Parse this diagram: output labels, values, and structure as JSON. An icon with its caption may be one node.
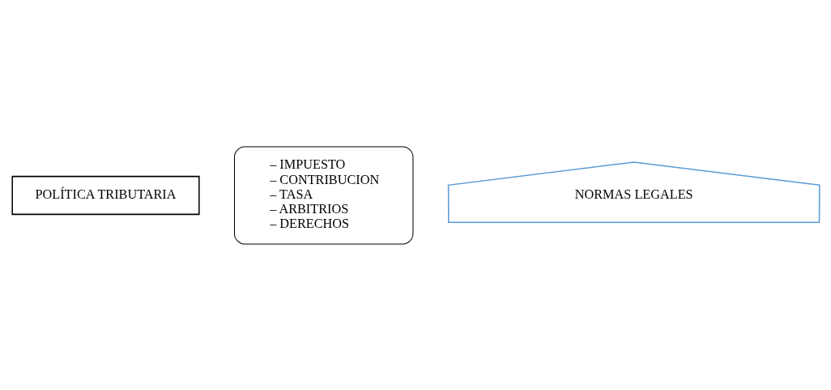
{
  "diagram": {
    "nodes": [
      {
        "text": [
          "POLÍTICA TRIBUTARIA"
        ]
      },
      {
        "text": [
          "– IMPUESTO",
          "– CONTRIBUCION",
          "– TASA",
          "– ARBITRIOS",
          "– DERECHOS"
        ]
      },
      {
        "text": [
          "NORMAS LEGALES"
        ]
      }
    ],
    "edges": []
  }
}
